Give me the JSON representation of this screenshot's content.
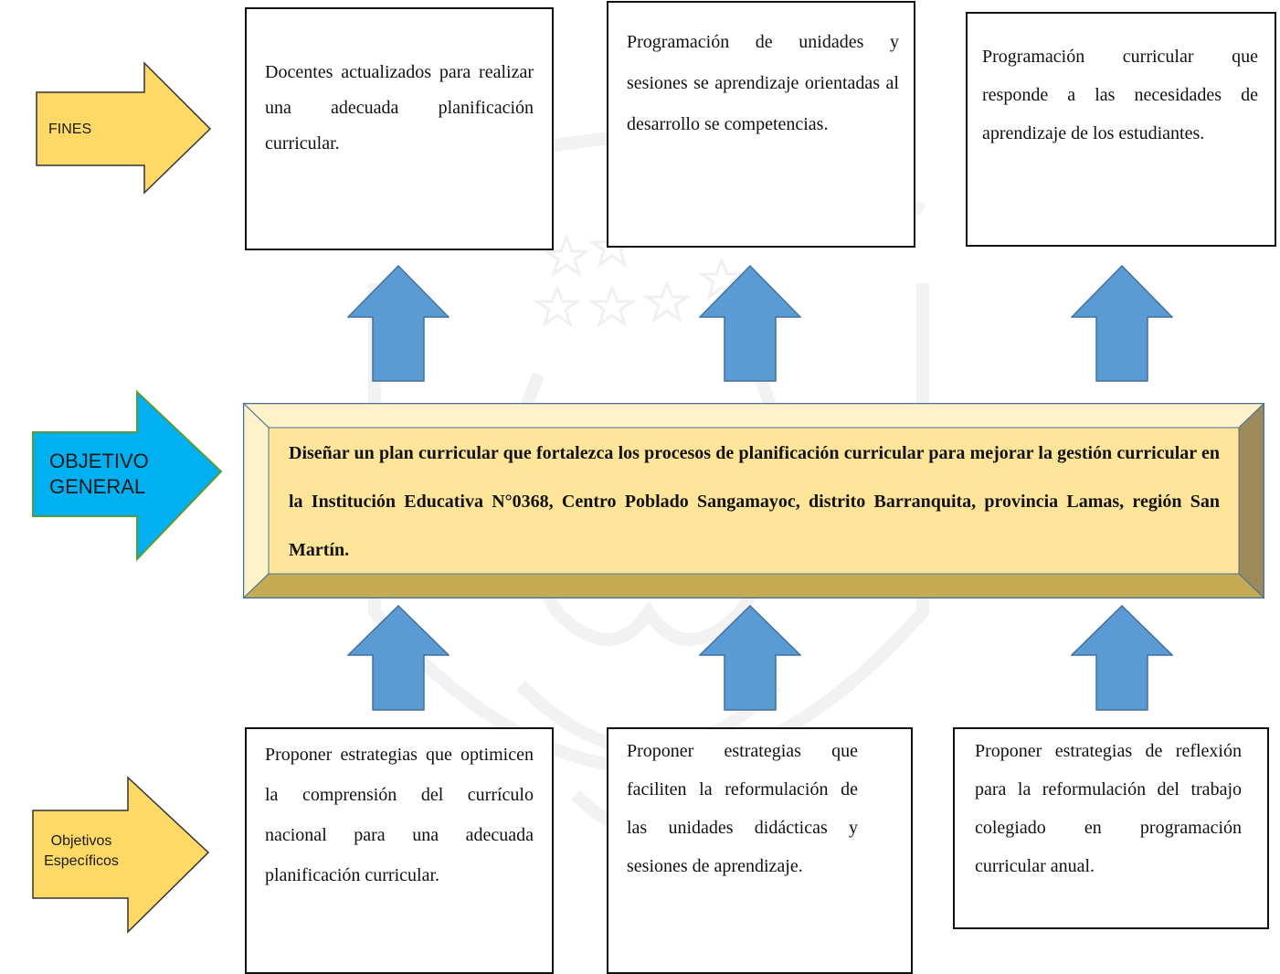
{
  "colors": {
    "fines_arrow": "#ffd966",
    "general_arrow": "#00b0f0",
    "specific_arrow": "#ffd966",
    "up_arrow": "#5b9bd5",
    "bevel_face": "#ffe599",
    "bevel_dark": "#9c8a59",
    "bevel_side": "#c6ab55"
  },
  "labels": {
    "fines": "FINES",
    "objetivo_general_line1": "OBJETIVO",
    "objetivo_general_line2": "GENERAL",
    "especificos_line1": "Objetivos",
    "especificos_line2": "Específicos"
  },
  "fines": [
    "Docentes actualizados para realizar una adecuada planificación curricular.",
    "Programación de unidades y sesiones se aprendizaje orientadas al desarrollo se competencias.",
    "Programación curricular que responde a las necesidades de aprendizaje de los estudiantes."
  ],
  "objetivo_general": "Diseñar un plan curricular que fortalezca los procesos de planificación curricular para mejorar la gestión curricular en la Institución Educativa N°0368, Centro Poblado Sangamayoc, distrito Barranquita, provincia Lamas, región San Martín.",
  "objetivos_especificos": [
    "Proponer estrategias que optimicen la comprensión del currículo nacional para una adecuada planificación curricular.",
    "Proponer estrategias que faciliten la reformulación de las unidades didácticas y sesiones de aprendizaje.",
    "Proponer estrategias de reflexión para la reformulación del trabajo colegiado en programación curricular anual."
  ]
}
